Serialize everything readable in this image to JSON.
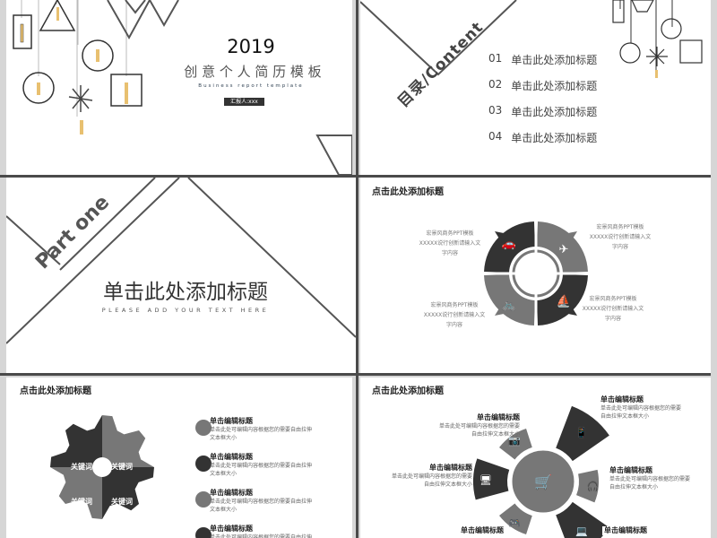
{
  "slide1": {
    "year": "2019",
    "title": "创 意 个 人 简 历 模 板",
    "subtitle": "Business report template",
    "reporter": "汇报人:xxx"
  },
  "slide2": {
    "band_label": "目录/Content",
    "items": [
      {
        "num": "01",
        "label": "单击此处添加标题"
      },
      {
        "num": "02",
        "label": "单击此处添加标题"
      },
      {
        "num": "03",
        "label": "单击此处添加标题"
      },
      {
        "num": "04",
        "label": "单击此处添加标题"
      }
    ]
  },
  "slide3": {
    "band_label": "Part one",
    "title": "单击此处添加标题",
    "subtitle": "PLEASE ADD YOUR TEXT HERE"
  },
  "slide4": {
    "title": "点击此处添加标题",
    "blocks": [
      {
        "lines": [
          "宏景风商务PPT模板",
          "XXXXX说行创新请输入文",
          "字内容"
        ],
        "icon": "car-icon"
      },
      {
        "lines": [
          "宏景风商务PPT模板",
          "XXXXX说行创新请输入文",
          "字内容"
        ],
        "icon": "airplane-icon"
      },
      {
        "lines": [
          "宏景风商务PPT模板",
          "XXXXX说行创新请输入文",
          "字内容"
        ],
        "icon": "bicycle-icon"
      },
      {
        "lines": [
          "宏景风商务PPT模板",
          "XXXXX说行创新请输入文",
          "字内容"
        ],
        "icon": "ship-icon"
      }
    ],
    "colors": {
      "dark": "#333333",
      "gray": "#777777"
    }
  },
  "slide5": {
    "title": "点击此处添加标题",
    "keywords": [
      "关键词",
      "关键词",
      "关键词",
      "关键词"
    ],
    "items": [
      {
        "title": "单击编辑标题",
        "desc1": "单击此处可编辑内容根据您的需要自由拉伸",
        "desc2": "文本框大小"
      },
      {
        "title": "单击编辑标题",
        "desc1": "单击此处可编辑内容根据您的需要自由拉伸",
        "desc2": "文本框大小"
      },
      {
        "title": "单击编辑标题",
        "desc1": "单击此处可编辑内容根据您的需要自由拉伸",
        "desc2": "文本框大小"
      },
      {
        "title": "单击编辑标题",
        "desc1": "单击此处可编辑内容根据您的需要自由拉伸",
        "desc2": ""
      }
    ]
  },
  "slide6": {
    "title": "点击此处添加标题",
    "center_icon": "shopping-cart-icon",
    "items": [
      {
        "title": "单击编辑标题",
        "desc1": "单击此处可编辑内容根据您的需要",
        "desc2": "自由拉伸文本框大小",
        "icon": "phone-icon"
      },
      {
        "title": "单击编辑标题",
        "desc1": "单击此处可编辑内容根据您的需要",
        "desc2": "自由拉伸文本框大小",
        "icon": "camera-icon"
      },
      {
        "title": "单击编辑标题",
        "desc1": "单击此处可编辑内容根据您的需要",
        "desc2": "自由拉伸文本框大小",
        "icon": "monitor-icon"
      },
      {
        "title": "单击编辑标题",
        "desc1": "单击此处可编辑内容根据您的需要",
        "desc2": "自由拉伸文本框大小",
        "icon": "headphones-icon"
      },
      {
        "title": "单击编辑标题",
        "icon": "gamepad-icon"
      },
      {
        "title": "单击编辑标题",
        "icon": "laptop-icon"
      }
    ]
  }
}
